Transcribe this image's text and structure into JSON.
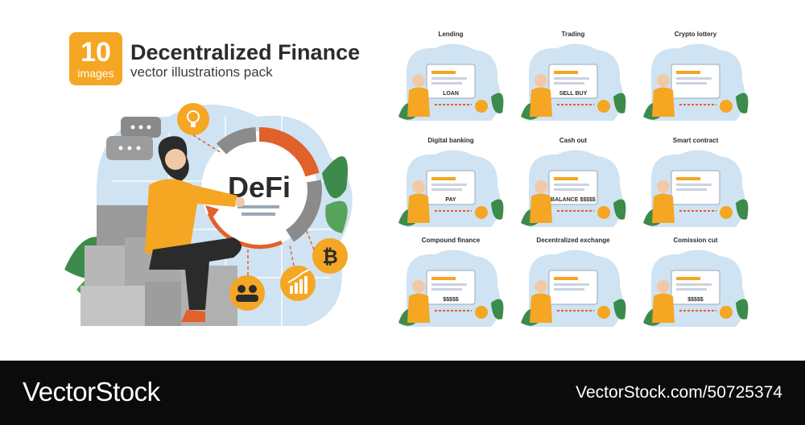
{
  "badge": {
    "number": "10",
    "label": "images"
  },
  "title": "Decentralized Finance",
  "subtitle": "vector illustrations pack",
  "hero": {
    "logo_text": "DeFi"
  },
  "tiles": [
    {
      "caption": "Lending",
      "icon": "loan-icon",
      "text": "LOAN"
    },
    {
      "caption": "Trading",
      "icon": "trading-chart-icon",
      "text": "SELL  BUY"
    },
    {
      "caption": "Crypto lottery",
      "icon": "lottery-icon",
      "text": ""
    },
    {
      "caption": "Digital banking",
      "icon": "wallet-phone-icon",
      "text": "PAY"
    },
    {
      "caption": "Cash out",
      "icon": "atm-icon",
      "text": "BALANCE $$$$$"
    },
    {
      "caption": "Smart contract",
      "icon": "contract-icon",
      "text": ""
    },
    {
      "caption": "Compound finance",
      "icon": "puzzle-icon",
      "text": "$$$$$"
    },
    {
      "caption": "Decentralized exchange",
      "icon": "exchange-icon",
      "text": ""
    },
    {
      "caption": "Comission cut",
      "icon": "scissors-icon",
      "text": "$$$$$"
    }
  ],
  "footer": {
    "brand": "VectorStock",
    "image_id": "VectorStock.com/50725374"
  },
  "colors": {
    "accent": "#f5a623",
    "blue": "#cfe3f2",
    "green": "#3d8b4a",
    "orange": "#e2602a",
    "dark": "#0b0b0b"
  }
}
